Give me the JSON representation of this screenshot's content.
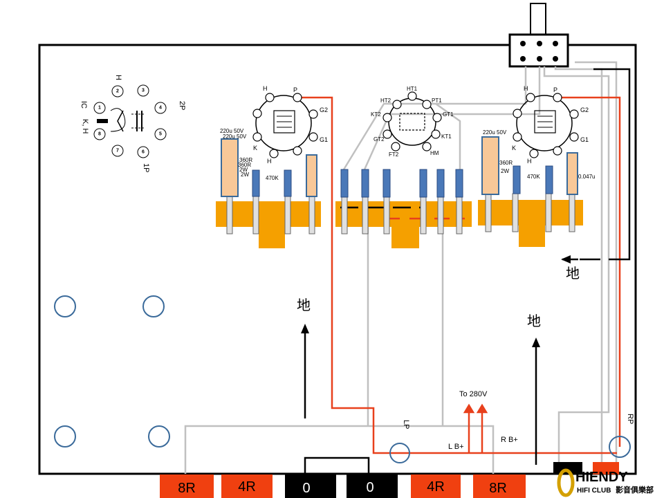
{
  "diagram": {
    "colors": {
      "chassis": "#000000",
      "wire_red": "#e8401c",
      "wire_gray": "#c0c0c0",
      "terminal_strip": "#f5a000",
      "resistor_blue": "#4a78b8",
      "cap_fill": "#f8c898",
      "mount_hole": "#3a6a9a",
      "terminal_red": "#f04010",
      "terminal_black": "#000000"
    },
    "socket_diagram": {
      "pins": [
        "1",
        "2",
        "3",
        "4",
        "5",
        "6",
        "7",
        "8"
      ],
      "labels": {
        "h": "H",
        "ic": "IC",
        "kh": "K, H",
        "p2": "2P",
        "p1": "1P"
      }
    },
    "tubes": {
      "left": {
        "pins": [
          "P",
          "G2",
          "G1",
          "K",
          "H",
          "",
          "",
          "H"
        ]
      },
      "middle": {
        "pins": [
          "HT1",
          "PT1",
          "GT1",
          "KT1",
          "HM",
          "FT2",
          "GT2",
          "KT2",
          "HT2"
        ]
      },
      "right": {
        "pins": [
          "P",
          "G2",
          "G1",
          "K",
          "H",
          "",
          "",
          "H"
        ]
      }
    },
    "components": {
      "left_cap_1": "220u 50V",
      "left_cap_2": "220u 50V",
      "left_res_1": "360R",
      "left_res_2": "360R",
      "left_w_1": "2W",
      "left_w_2": "2W",
      "left_470k": "470K",
      "right_cap": "220u 50V",
      "right_360r": "360R",
      "right_2w": "2W",
      "right_470k": "470K",
      "right_coupling": "0.047u"
    },
    "annotations": {
      "ground_1": "地",
      "ground_2": "地",
      "ground_3": "地",
      "to_280v": "To 280V",
      "lp": "LP",
      "rp": "RP",
      "lb_plus": "L B+",
      "rb_plus": "R B+"
    },
    "terminals": [
      "8R",
      "4R",
      "0",
      "0",
      "4R",
      "8R"
    ],
    "logo": {
      "name": "HIENDY",
      "sub": "HIFI CLUB",
      "cn": "影音俱樂部"
    }
  }
}
